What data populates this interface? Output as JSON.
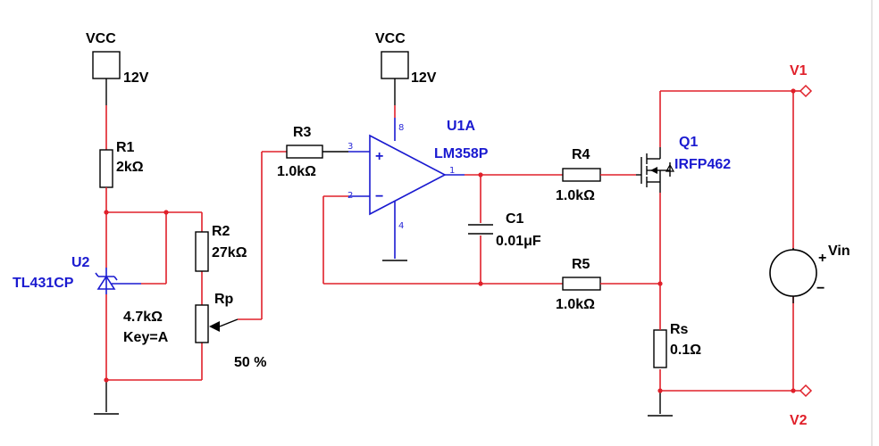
{
  "supply": {
    "left_label": "VCC",
    "left_voltage": "12V",
    "mid_label": "VCC",
    "mid_voltage": "12V"
  },
  "r1": {
    "ref": "R1",
    "value": "2kΩ"
  },
  "r2": {
    "ref": "R2",
    "value": "27kΩ"
  },
  "rp": {
    "ref": "Rp",
    "value": "4.7kΩ",
    "key": "Key=A",
    "setting": "50 %"
  },
  "u2": {
    "ref": "U2",
    "part": "TL431CP"
  },
  "r3": {
    "ref": "R3",
    "value": "1.0kΩ"
  },
  "u1": {
    "ref": "U1A",
    "part": "LM358P",
    "pin_plus": "3",
    "pin_minus": "2",
    "pin_out": "1",
    "pin_vcc": "8",
    "pin_gnd": "4",
    "plus_sign": "+",
    "minus_sign": "−"
  },
  "c1": {
    "ref": "C1",
    "value": "0.01μF"
  },
  "r4": {
    "ref": "R4",
    "value": "1.0kΩ"
  },
  "r5": {
    "ref": "R5",
    "value": "1.0kΩ"
  },
  "q1": {
    "ref": "Q1",
    "part": "IRFP462"
  },
  "rs": {
    "ref": "Rs",
    "value": "0.1Ω"
  },
  "vin": {
    "label": "Vin",
    "plus": "+",
    "minus": "−"
  },
  "ports": {
    "v1": "V1",
    "v2": "V2"
  },
  "colors": {
    "wire": "#e0202a",
    "part_label": "#1a1ad0",
    "component": "#000000"
  }
}
